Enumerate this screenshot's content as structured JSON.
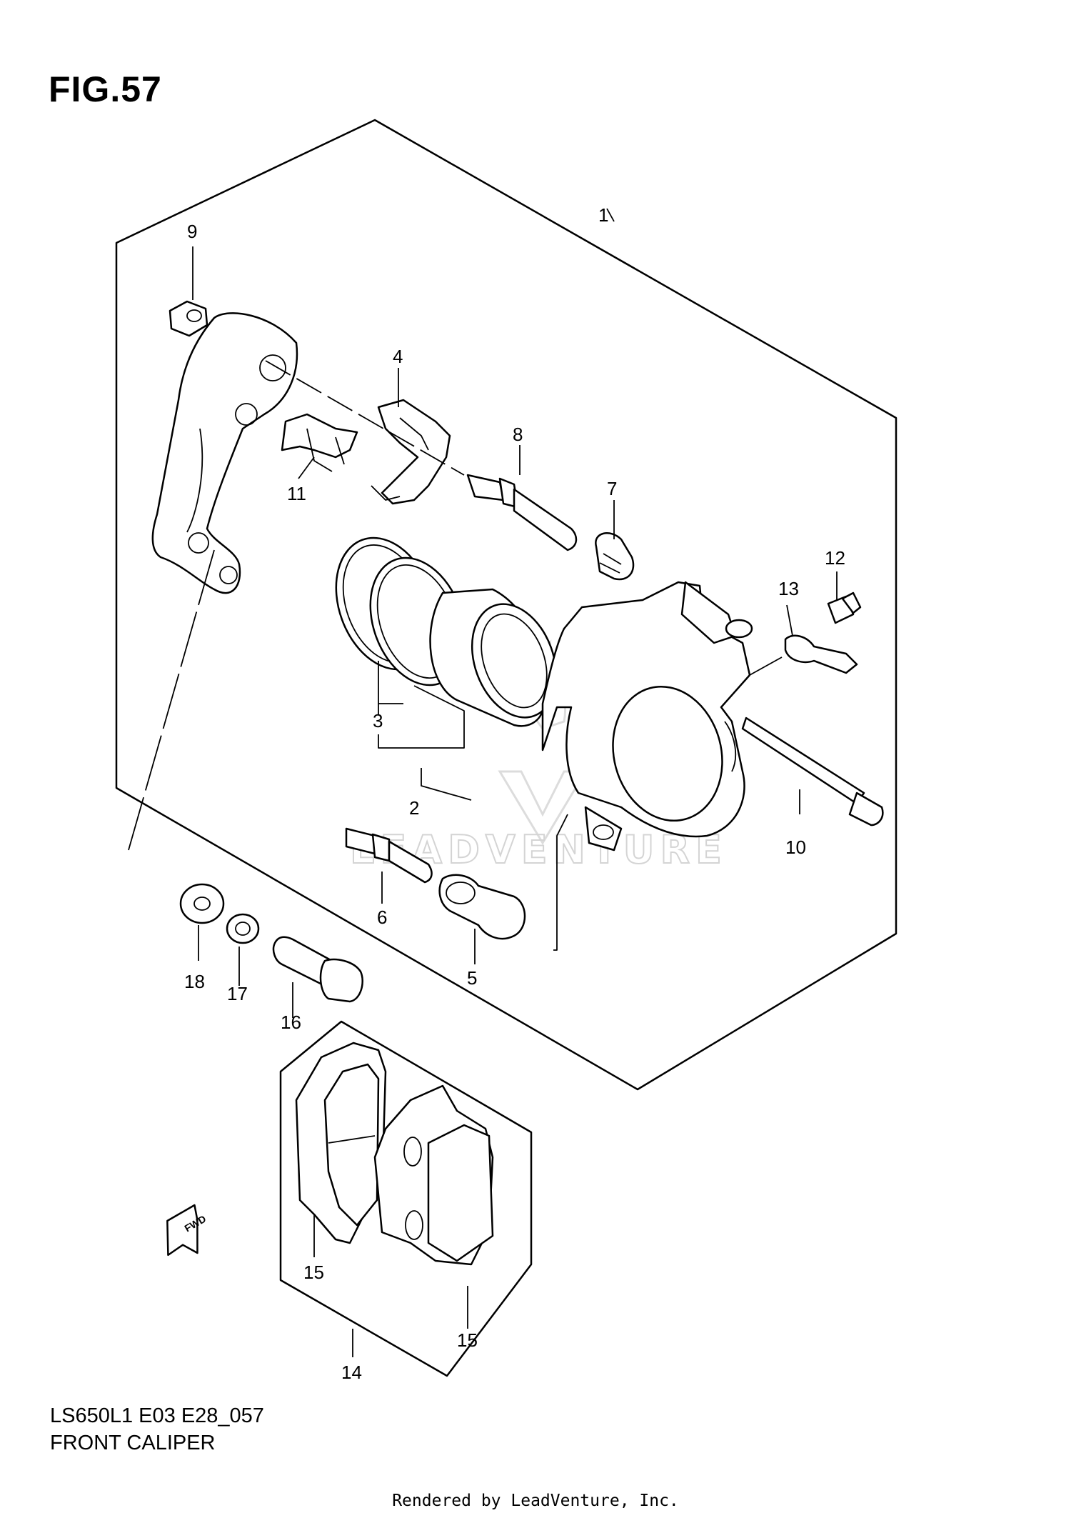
{
  "figure": {
    "title": "FIG.57",
    "model_code": "LS650L1 E03 E28_057",
    "section_name": "FRONT CALIPER",
    "rendered_by": "Rendered by LeadVenture, Inc.",
    "watermark": "LEADVENTURE"
  },
  "callouts": {
    "c1": "1",
    "c2": "2",
    "c3": "3",
    "c4": "4",
    "c5": "5",
    "c6": "6",
    "c7": "7",
    "c8": "8",
    "c9": "9",
    "c10": "10",
    "c11": "11",
    "c12": "12",
    "c13": "13",
    "c14": "14",
    "c15a": "15",
    "c15b": "15",
    "c16": "16",
    "c17": "17",
    "c18": "18"
  },
  "fwd_label": "FWD"
}
